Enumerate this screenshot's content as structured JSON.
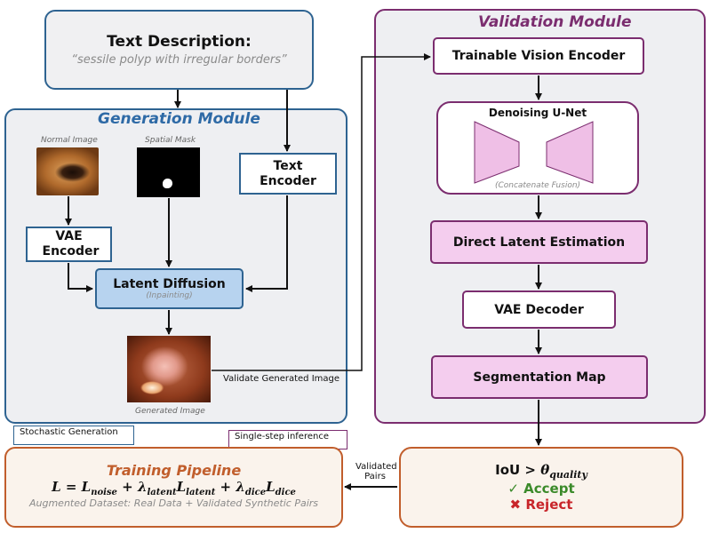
{
  "text_description": {
    "title": "Text Description:",
    "quote": "“sessile polyp with irregular borders”"
  },
  "generation_module": {
    "title": "Generation Module",
    "normal_image_label": "Normal Image",
    "spatial_mask_label": "Spatial Mask",
    "text_encoder": "Text Encoder",
    "vae_encoder": "VAE Encoder",
    "latent_diffusion": "Latent Diffusion",
    "latent_diffusion_sub": "(Inpainting)",
    "generated_image_label": "Generated Image",
    "validate_label": "Validate Generated Image",
    "footer_tag": "Stochastic Generation"
  },
  "validation_module": {
    "title": "Validation Module",
    "vision_encoder": "Trainable Vision Encoder",
    "unet": "Denoising U-Net",
    "unet_sub": "(Concatenate Fusion)",
    "direct_latent": "Direct Latent Estimation",
    "vae_decoder": "VAE Decoder",
    "segmentation_map": "Segmentation Map",
    "footer_tag": "Single-step inference"
  },
  "quality_check": {
    "iou_prefix": "IoU > ",
    "theta": "θ",
    "theta_sub": "quality",
    "accept": "✓ Accept",
    "reject": "✖ Reject",
    "flow_label_1": "Validated",
    "flow_label_2": "Pairs"
  },
  "training_pipeline": {
    "title": "Training Pipeline",
    "formula": {
      "L": "L",
      "eq": " = ",
      "L_noise": "L",
      "noise": "noise",
      "plus1": " + ",
      "lambda1": "λ",
      "latent_sub1": "latent",
      "L_latent": "L",
      "latent_sub2": "latent",
      "plus2": " + ",
      "lambda2": "λ",
      "dice_sub1": "dice",
      "L_dice": "L",
      "dice_sub2": "dice"
    },
    "subtitle": "Augmented Dataset: Real Data + Validated Synthetic Pairs"
  },
  "colors": {
    "generation_border": "#2e6391",
    "validation_border": "#7b2d6f",
    "training_border": "#c15e2c",
    "accept": "#3b8a2a",
    "reject": "#c8252a",
    "highlight_blue": "#b7d3ef",
    "highlight_pink": "#f4cdee"
  }
}
